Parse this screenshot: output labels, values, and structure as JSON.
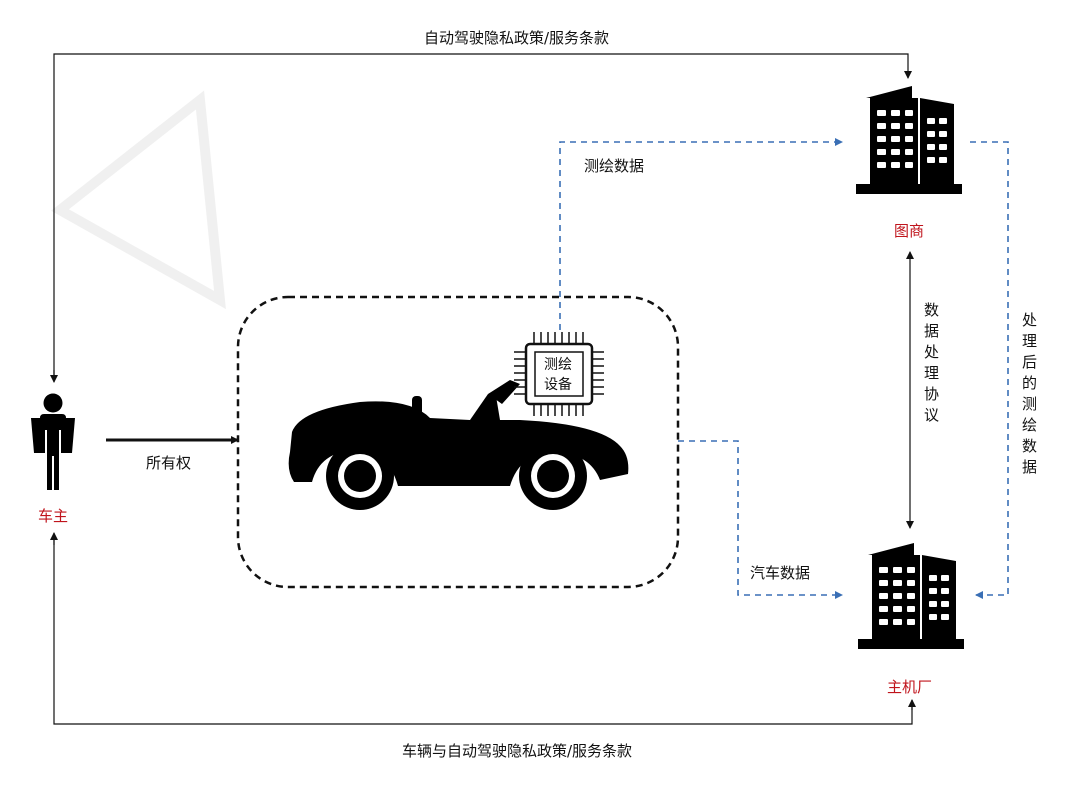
{
  "labels": {
    "top_agreement": "自动驾驶隐私政策/服务条款",
    "bottom_agreement": "车辆与自动驾驶隐私政策/服务条款",
    "ownership": "所有权",
    "mapping_data": "测绘数据",
    "vehicle_data": "汽车数据",
    "data_processing_agreement": "数据处理协议",
    "processed_mapping_data": "处理后的测绘数据"
  },
  "nodes": {
    "owner": "车主",
    "map_provider": "图商",
    "oem": "主机厂"
  },
  "device": {
    "line1": "测绘",
    "line2": "设备"
  },
  "colors": {
    "node_label": "#c0141c",
    "dashed_flow": "#3a6fb5",
    "solid_flow": "#111111"
  }
}
